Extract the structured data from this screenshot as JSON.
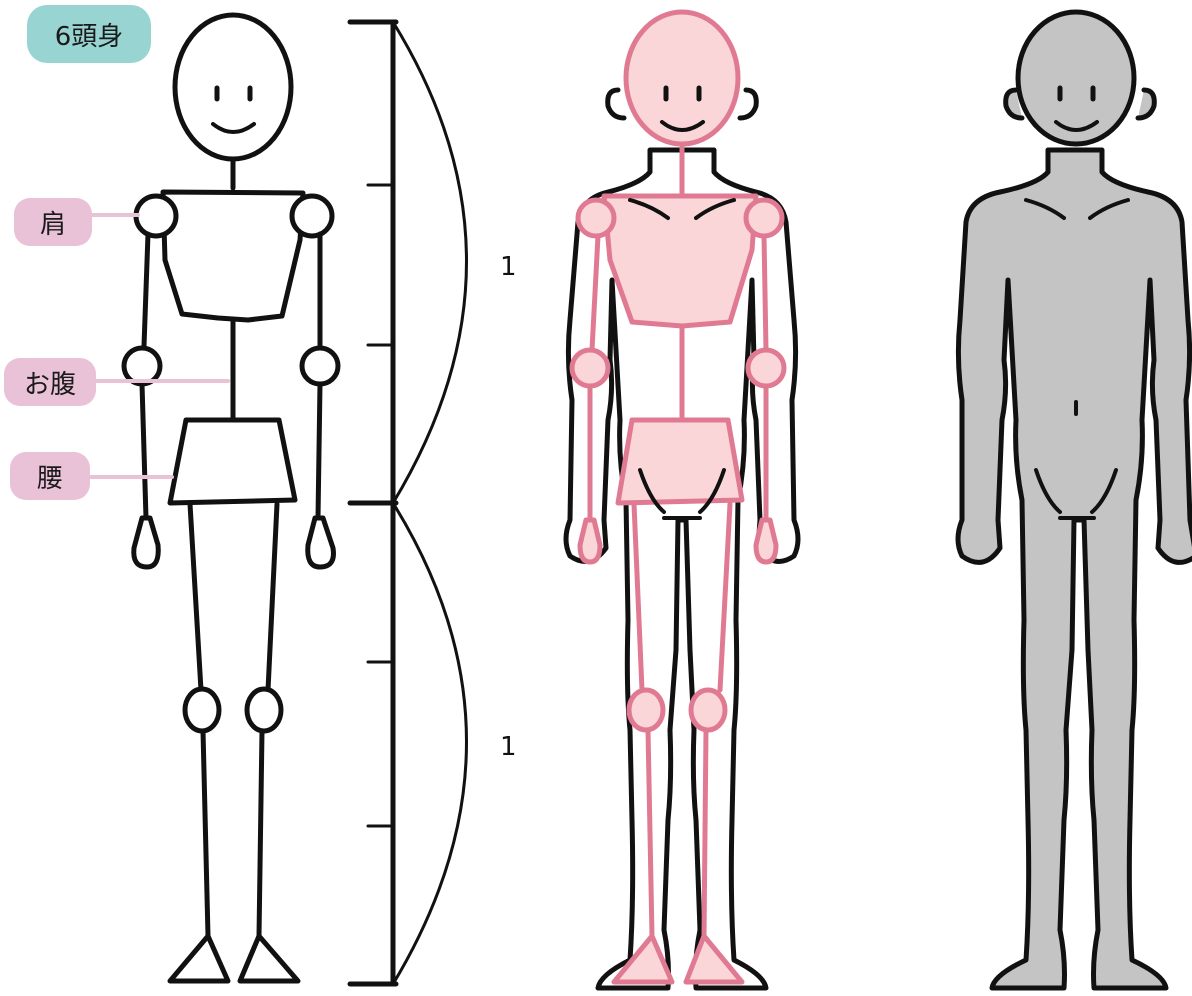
{
  "title": "6頭身",
  "labels": {
    "shoulder": "肩",
    "belly": "お腹",
    "waist": "腰"
  },
  "ratios": {
    "upper": "1",
    "lower": "1"
  },
  "colors": {
    "title_badge": "#98d5d2",
    "label_badge": "#eac2d8",
    "skeleton_overlay": "#e07a92",
    "skeleton_fill": "#fbd6d8",
    "silhouette_fill": "#c4c4c4",
    "outline": "#111111"
  },
  "figures": [
    "stick-figure",
    "overlay-figure",
    "silhouette-figure"
  ]
}
